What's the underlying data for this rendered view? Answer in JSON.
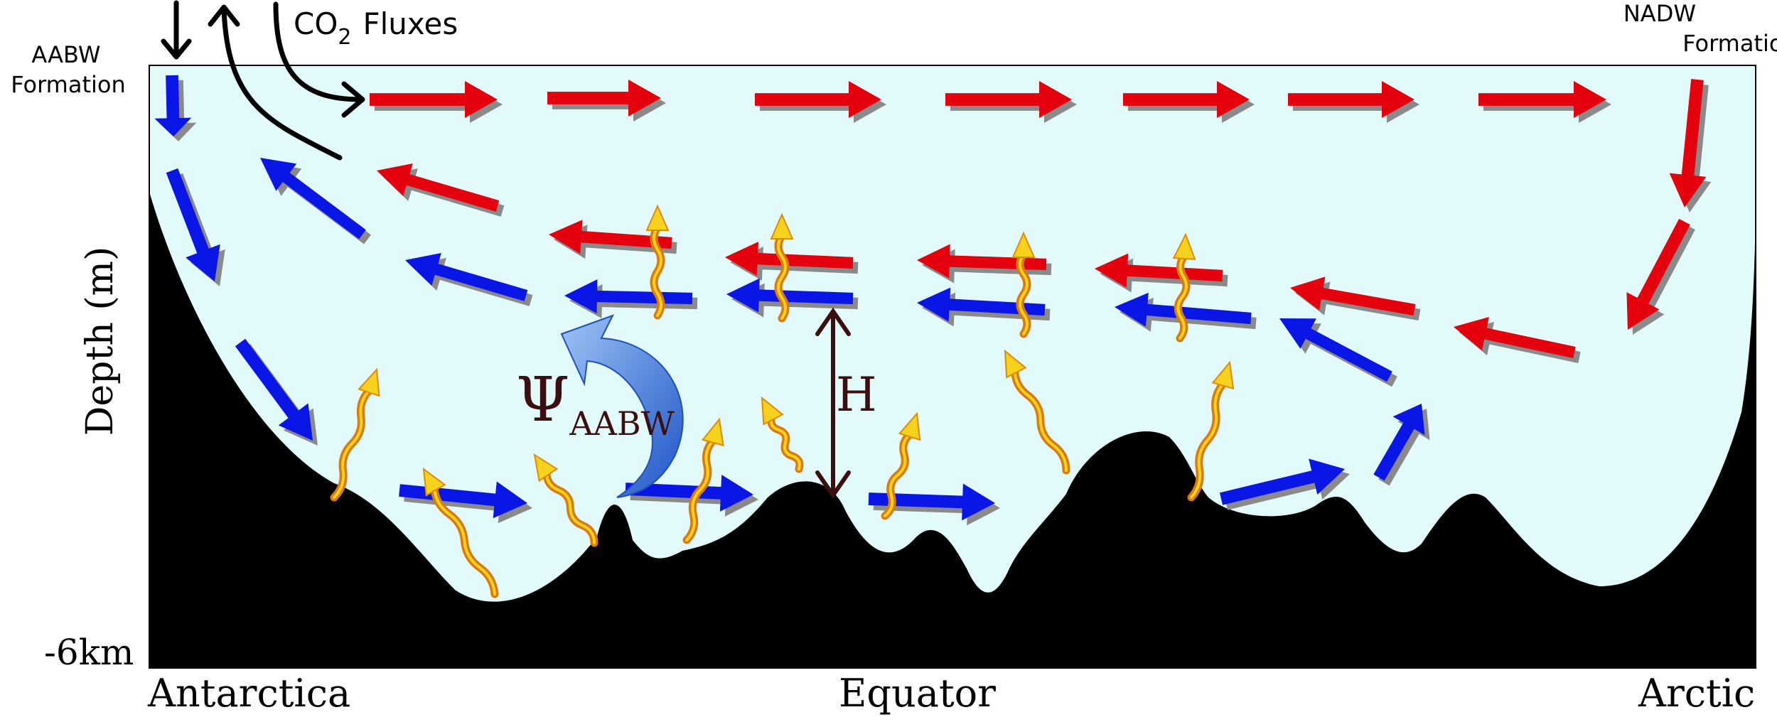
{
  "labels": {
    "co2_prefix": "CO",
    "co2_subscript": "2",
    "co2_suffix": "Fluxes",
    "aabw_line1": "AABW",
    "aabw_line2": "Formation",
    "nadw_line1": "NADW",
    "nadw_line2": "Formation",
    "y_axis": "Depth (m)",
    "depth_bottom": "-6km",
    "x_left": "Antarctica",
    "x_middle": "Equator",
    "x_right": "Arctic",
    "psi_symbol": "Ψ",
    "psi_subscript": "AABW",
    "h_label": "H"
  },
  "colors": {
    "ocean": "#e2fbfa",
    "seafloor": "#000000",
    "nadw_arrow": "#e4000c",
    "aabw_arrow": "#0a16e6",
    "arrow_shadow": "#8a8a8a",
    "mixing_arrow": "#f2a11c",
    "mixing_arrow_tip": "#f7d21c",
    "circulation_arrow": "#3a7be0",
    "h_arrow": "#3b0f0f",
    "psi_text": "#3b0f0f"
  },
  "icons": {
    "red_arrow": "nadw-flow-arrow",
    "blue_arrow": "aabw-flow-arrow",
    "wavy_arrow": "diapycnal-mixing-arrow",
    "curved_arrow": "aabw-overturning-arrow"
  }
}
